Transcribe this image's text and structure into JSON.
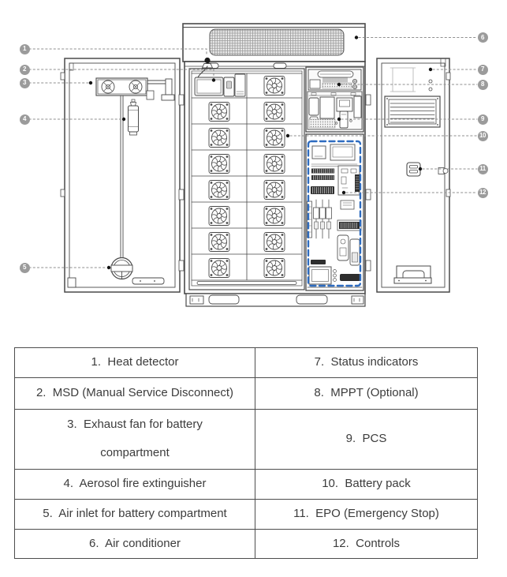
{
  "diagram": {
    "callouts": [
      {
        "num": "1"
      },
      {
        "num": "2"
      },
      {
        "num": "3"
      },
      {
        "num": "4"
      },
      {
        "num": "5"
      },
      {
        "num": "6"
      },
      {
        "num": "7"
      },
      {
        "num": "8"
      },
      {
        "num": "9"
      },
      {
        "num": "10"
      },
      {
        "num": "11"
      },
      {
        "num": "12"
      }
    ],
    "icons": [
      "heat-detector-icon",
      "msd-icon",
      "exhaust-fan-icon",
      "aerosol-extinguisher-icon",
      "air-inlet-icon",
      "air-conditioner-grille-icon",
      "status-indicator-window-icon",
      "mppt-icon",
      "pcs-icon",
      "battery-fan-icon",
      "epo-button-icon",
      "controls-panel-icon"
    ]
  },
  "legend": {
    "rows": [
      [
        "1.  Heat detector",
        "7.  Status indicators"
      ],
      [
        "2.  MSD (Manual Service Disconnect)",
        "8.  MPPT (Optional)"
      ],
      [
        "3.  Exhaust fan for battery\ncompartment",
        "9.  PCS"
      ],
      [
        "4.  Aerosol fire extinguisher",
        "10.  Battery pack"
      ],
      [
        "5.  Air inlet for battery compartment",
        "11.  EPO (Emergency Stop)"
      ],
      [
        "6.  Air conditioner",
        "12.  Controls"
      ]
    ]
  },
  "colors": {
    "callout_badge": "#9b9b9b",
    "leader_line": "#8f8f8f",
    "controls_highlight_blue": "#2e6cc0",
    "line_art": "#4a4a4a",
    "table_border": "#4d4d4d",
    "text": "#3c3c3c"
  }
}
